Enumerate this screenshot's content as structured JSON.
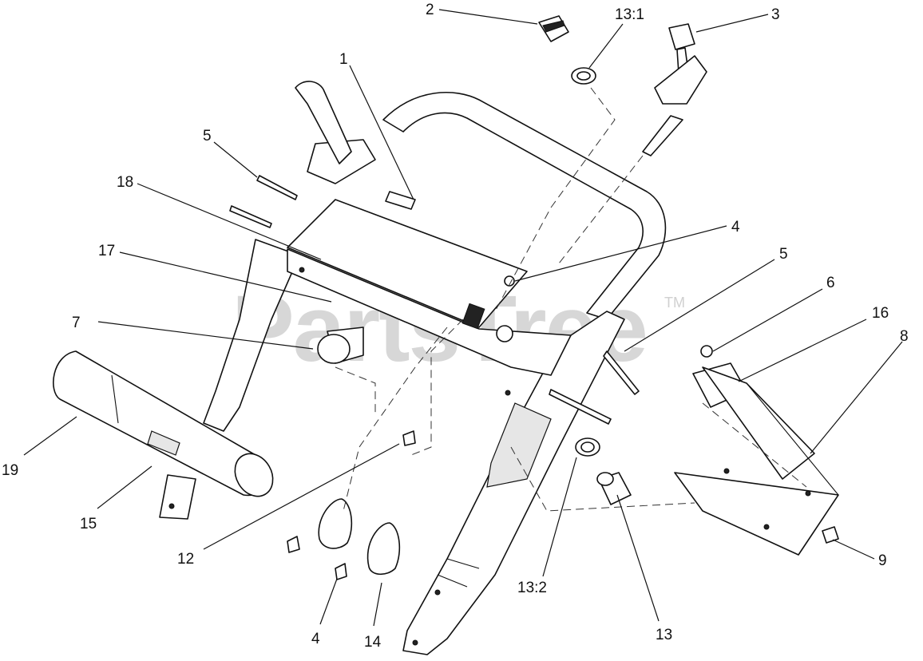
{
  "watermark": {
    "text": "PartsTree",
    "trademark": "TM"
  },
  "callouts": [
    {
      "id": "c2",
      "label": "2"
    },
    {
      "id": "c13-1",
      "label": "13:1"
    },
    {
      "id": "c3",
      "label": "3"
    },
    {
      "id": "c1",
      "label": "1"
    },
    {
      "id": "c5a",
      "label": "5"
    },
    {
      "id": "c18",
      "label": "18"
    },
    {
      "id": "c4a",
      "label": "4"
    },
    {
      "id": "c5b",
      "label": "5"
    },
    {
      "id": "c17",
      "label": "17"
    },
    {
      "id": "c6",
      "label": "6"
    },
    {
      "id": "c7",
      "label": "7"
    },
    {
      "id": "c16",
      "label": "16"
    },
    {
      "id": "c8",
      "label": "8"
    },
    {
      "id": "c19",
      "label": "19"
    },
    {
      "id": "c15",
      "label": "15"
    },
    {
      "id": "c12",
      "label": "12"
    },
    {
      "id": "c9",
      "label": "9"
    },
    {
      "id": "c13-2",
      "label": "13:2"
    },
    {
      "id": "c4b",
      "label": "4"
    },
    {
      "id": "c14",
      "label": "14"
    },
    {
      "id": "c13",
      "label": "13"
    }
  ]
}
